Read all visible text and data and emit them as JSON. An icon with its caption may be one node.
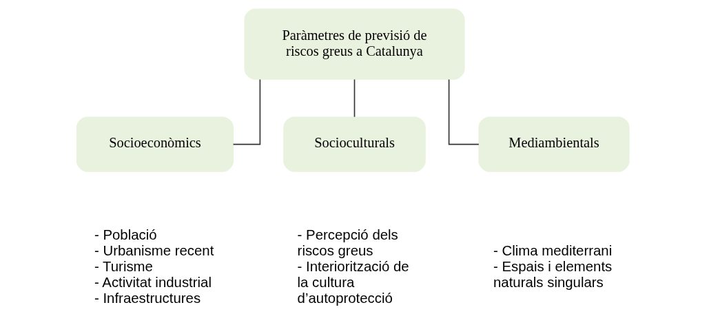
{
  "diagram": {
    "nodes": [
      {
        "text": [
          "Paràmetres de previsió de riscos greus a Catalunya"
        ]
      },
      {
        "text": [
          "Socioeconòmics"
        ],
        "beside": [
          "- Població",
          "- Urbanisme recent",
          "- Turisme",
          "- Activitat industrial",
          "- Infraestructures"
        ]
      },
      {
        "text": [
          "Socioculturals"
        ],
        "beside": [
          "- Percepció dels riscos greus",
          "- Interiorització de la cultura d’autoprotecció"
        ]
      },
      {
        "text": [
          "Mediambientals"
        ],
        "beside": [
          "- Clima mediterrani",
          "- Espais i elements naturals singulars"
        ]
      }
    ],
    "edges": [
      {
        "from": 0,
        "to": 1,
        "arrow": "none"
      },
      {
        "from": 0,
        "to": 2,
        "arrow": "none"
      },
      {
        "from": 0,
        "to": 3,
        "arrow": "none"
      }
    ]
  }
}
